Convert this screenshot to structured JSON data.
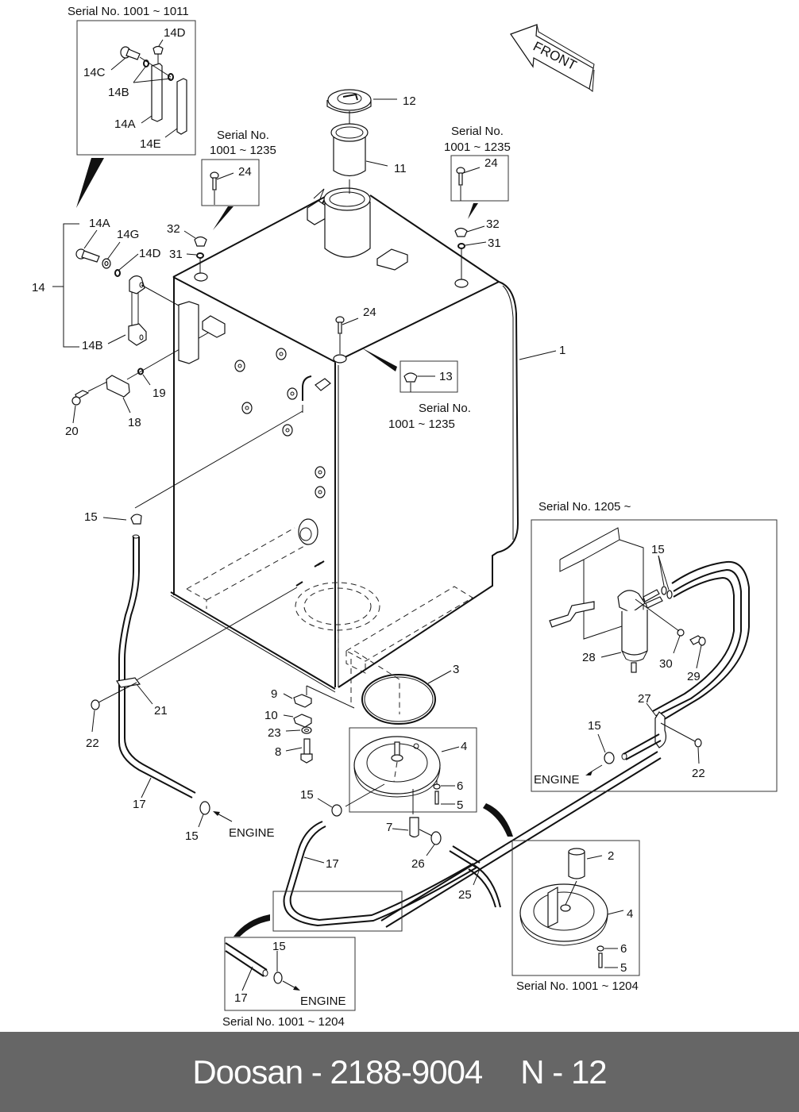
{
  "footer": {
    "brand": "Doosan",
    "separator": "-",
    "part_number": "2188-9004",
    "page_ref": "N - 12"
  },
  "orientation": {
    "front_label": "FRONT"
  },
  "serial_labels": {
    "handle_inset": "Serial No. 1001 ~ 1011",
    "bolt_left_line1": "Serial No.",
    "bolt_left_line2": "1001 ~ 1235",
    "bolt_right_line1": "Serial No.",
    "bolt_right_line2": "1001 ~ 1235",
    "cap13_line1": "Serial No.",
    "cap13_line2": "1001 ~ 1235",
    "filter_inset": "Serial No. 1205 ~",
    "hose_inset": "Serial No. 1001 ~ 1204",
    "strainer_inset": "Serial No. 1001 ~ 1204"
  },
  "engine_labels": {
    "left": "ENGINE",
    "filter_inset": "ENGINE",
    "hose_inset": "ENGINE"
  },
  "callouts": {
    "c14D_inset": "14D",
    "c14C_inset": "14C",
    "c14B_inset": "14B",
    "c14A_inset": "14A",
    "c14E_inset": "14E",
    "c14": "14",
    "c14A": "14A",
    "c14G": "14G",
    "c14D": "14D",
    "c14B": "14B",
    "c18": "18",
    "c19": "19",
    "c20": "20",
    "c12": "12",
    "c11": "11",
    "c24_left": "24",
    "c24_right": "24",
    "c24_center": "24",
    "c32_left": "32",
    "c31_left": "31",
    "c32_right": "32",
    "c31_right": "31",
    "c13": "13",
    "c1": "1",
    "c15_top": "15",
    "c21": "21",
    "c22": "22",
    "c17": "17",
    "c15_bottom": "15",
    "c3": "3",
    "c9": "9",
    "c10": "10",
    "c23": "23",
    "c8": "8",
    "c4": "4",
    "c6": "6",
    "c5": "5",
    "c15_mid": "15",
    "c7": "7",
    "c26": "26",
    "c17_mid": "17",
    "c25": "25",
    "c15_filter": "15",
    "c28": "28",
    "c30": "30",
    "c29": "29",
    "c27": "27",
    "c15_filter_low": "15",
    "c22_filter": "22",
    "c2": "2",
    "c4_b": "4",
    "c6_b": "6",
    "c5_b": "5",
    "c15_hose": "15",
    "c17_hose": "17"
  }
}
